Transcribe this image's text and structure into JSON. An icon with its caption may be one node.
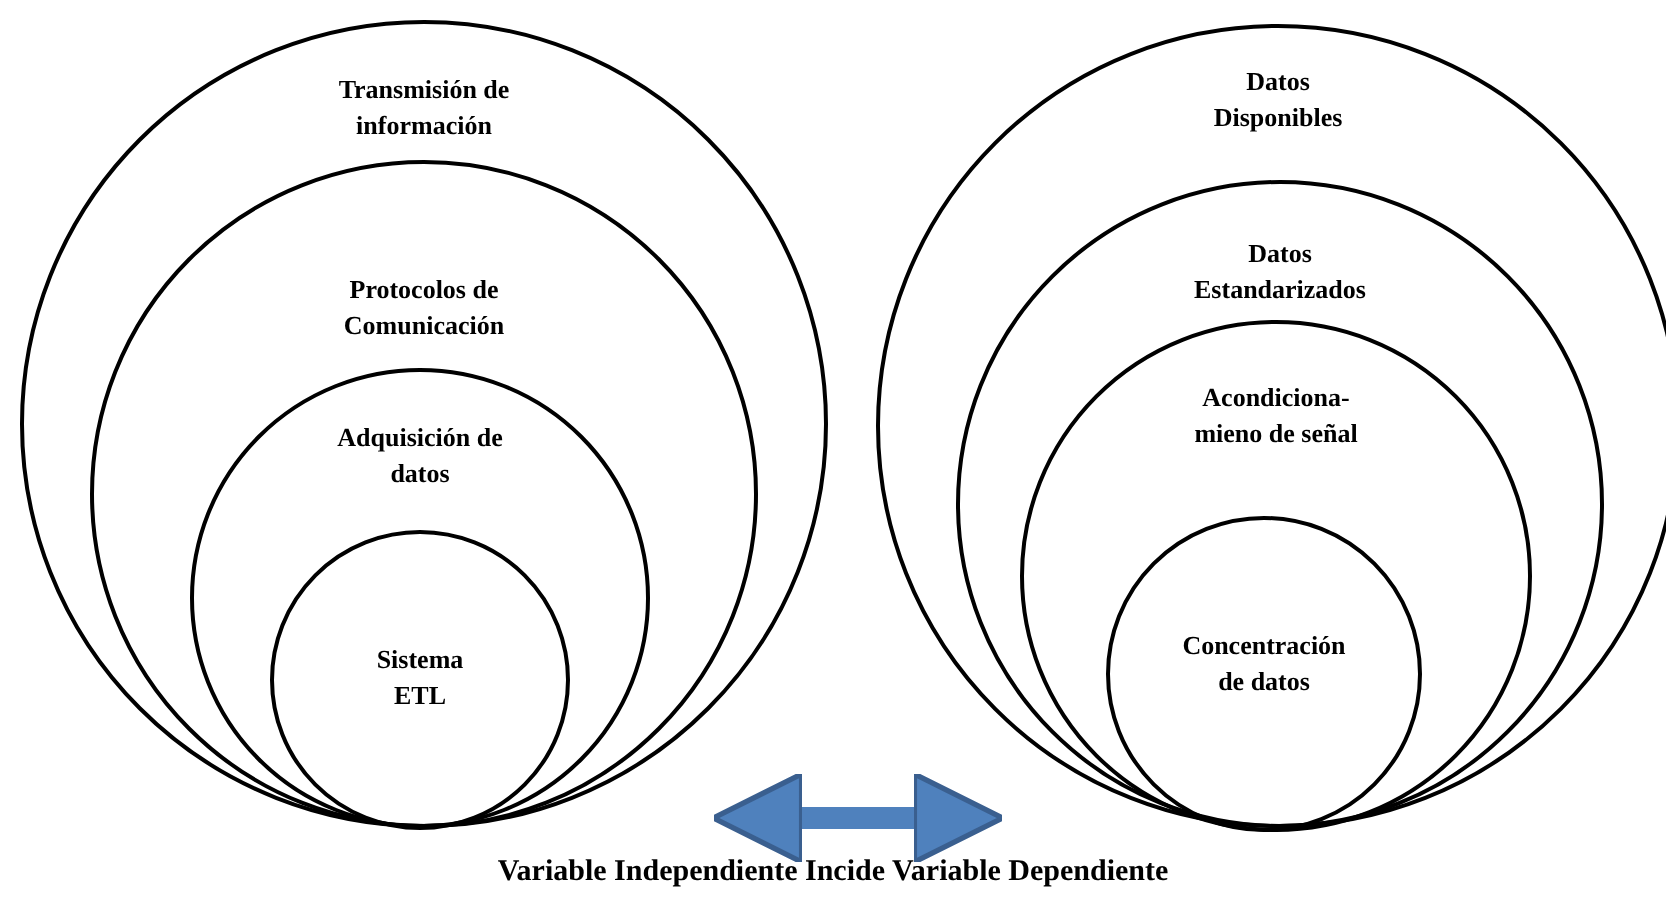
{
  "diagram": {
    "caption": "Variable Independiente Incide Variable Dependiente",
    "nodes": [
      {
        "text": [
          "Transmisión de información"
        ]
      },
      {
        "text": [
          "Protocolos de Comunicación"
        ],
        "in": 0
      },
      {
        "text": [
          "Adquisición de datos"
        ],
        "in": 1
      },
      {
        "text": [
          "Sistema ETL"
        ],
        "in": 2
      },
      {
        "text": [
          "Datos Disponibles"
        ]
      },
      {
        "text": [
          "Datos Estandarizados"
        ],
        "in": 4
      },
      {
        "text": [
          "Acondiciona- mieno de señal"
        ],
        "in": 5
      },
      {
        "text": [
          "Concentración de datos"
        ],
        "in": 6
      }
    ],
    "edges": [
      {
        "from": 0,
        "to": 4,
        "arrow": "both"
      }
    ]
  }
}
